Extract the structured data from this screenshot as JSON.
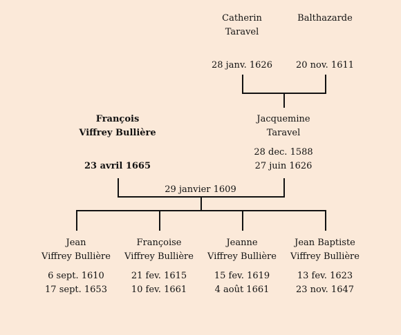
{
  "people": {
    "catherin": {
      "name_line1": "Catherin",
      "name_line2": "Taravel",
      "date": "28 janv. 1626"
    },
    "balthazarde": {
      "name_line1": "Balthazarde",
      "name_line2": "",
      "date": "20 nov. 1611"
    },
    "francois": {
      "name_line1": "François",
      "name_line2": "Viffrey Bullière",
      "date": "23 avril 1665"
    },
    "jacquemine": {
      "name_line1": "Jacquemine",
      "name_line2": "Taravel",
      "birth": "28 dec. 1588",
      "death": "27 juin 1626"
    },
    "jean": {
      "name_line1": "Jean",
      "name_line2": "Viffrey Bullière",
      "birth": "6 sept. 1610",
      "death": "17 sept. 1653"
    },
    "francoise": {
      "name_line1": "Françoise",
      "name_line2": "Viffrey Bullière",
      "birth": "21 fev. 1615",
      "death": "10 fev. 1661"
    },
    "jeanne": {
      "name_line1": "Jeanne",
      "name_line2": "Viffrey Bullière",
      "birth": "15 fev. 1619",
      "death": "4 août 1661"
    },
    "jean_baptiste": {
      "name_line1": "Jean Baptiste",
      "name_line2": "Viffrey Bullière",
      "birth": "13 fev. 1623",
      "death": "23 nov. 1647"
    }
  },
  "marriage": {
    "date": "29 janvier 1609"
  }
}
